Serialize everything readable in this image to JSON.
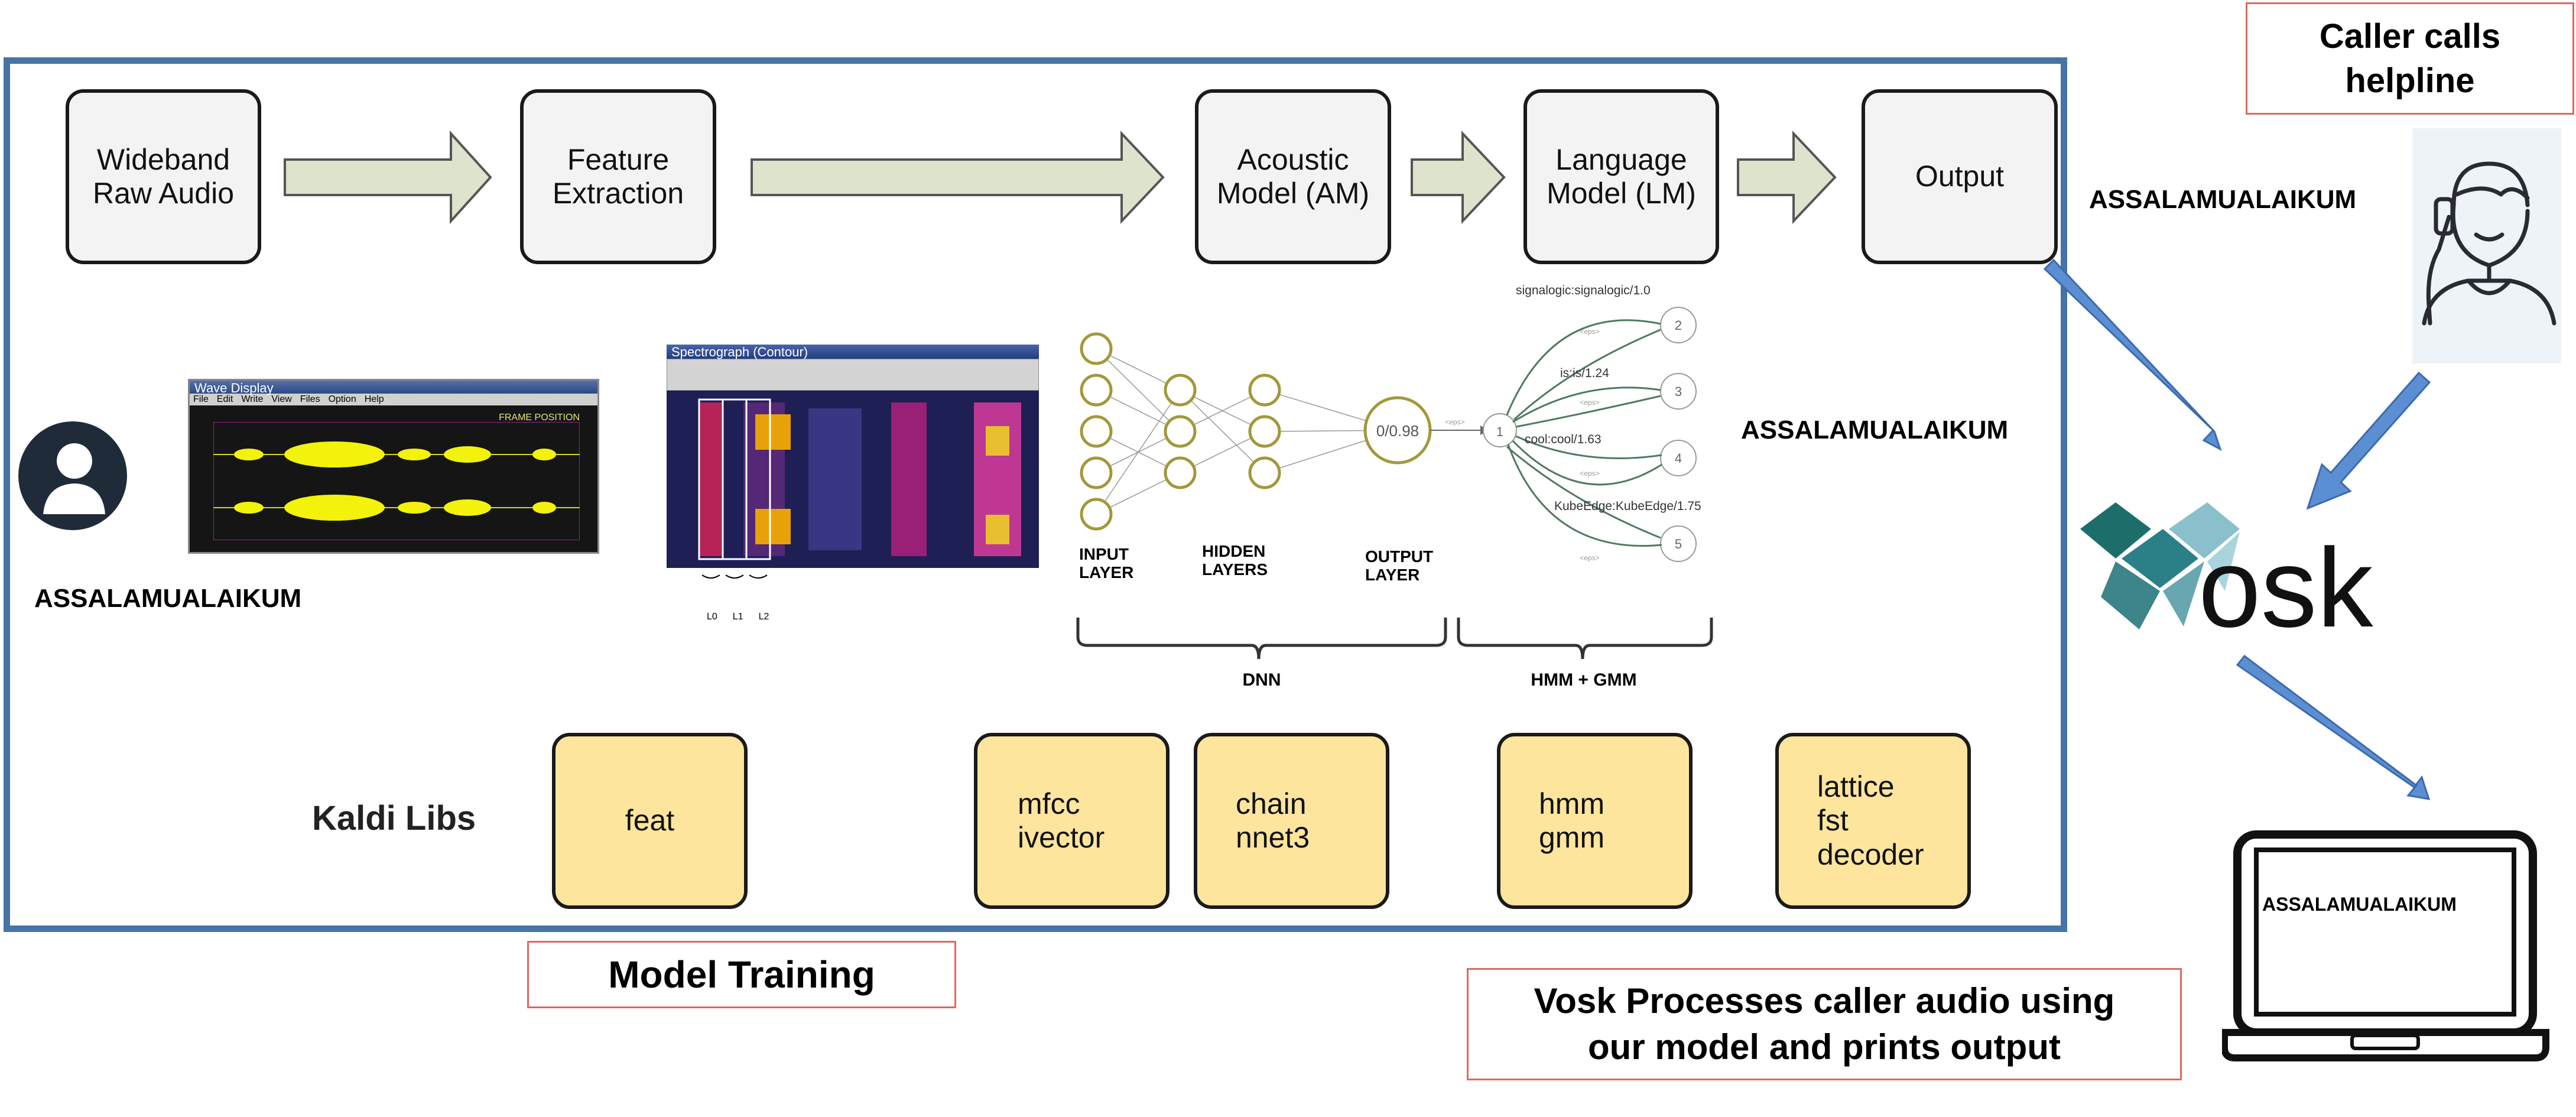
{
  "pipeline": {
    "stages": [
      "Wideband\nRaw Audio",
      "Feature\nExtraction",
      "Acoustic\nModel (AM)",
      "Language\nModel (LM)",
      "Output"
    ]
  },
  "kaldi": {
    "title": "Kaldi Libs",
    "libs": [
      "feat",
      "mfcc\nivector",
      "chain\nnnet3",
      "hmm\ngmm",
      "lattice\nfst\ndecoder"
    ]
  },
  "captions": {
    "model_training": "Model Training",
    "caller_calls": "Caller calls\nhelpline",
    "vosk_processes": "Vosk Processes caller audio using\nour model and prints output"
  },
  "utterance": "ASSALAMUALAIKUM",
  "dnn": {
    "input_layer": "INPUT\nLAYER",
    "hidden_layers": "HIDDEN\nLAYERS",
    "output_layer": "OUTPUT\nLAYER",
    "output_node": "0/0.98",
    "brace_dnn": "DNN",
    "brace_hmm": "HMM + GMM"
  },
  "fst": {
    "arcs": [
      "signalogic:signalogic/1.0",
      "is:is/1.24",
      "cool:cool/1.63",
      "KubeEdge:KubeEdge/1.75"
    ],
    "eps": "<eps>",
    "states": [
      "1",
      "2",
      "3",
      "4",
      "5"
    ]
  },
  "spectrogram": {
    "window_title": "Spectrograph (Contour)",
    "time_labels": [
      "L0",
      "L1",
      "L2"
    ]
  },
  "waveform": {
    "window_title": "Wave Display",
    "frame_label": "FRAME POSITION",
    "menu": [
      "File",
      "Edit",
      "Write",
      "View",
      "Files",
      "Option",
      "Help"
    ]
  },
  "logo": {
    "text": "osk"
  },
  "laptop": {
    "screen_text": "ASSALAMUALAIKUM"
  },
  "colors": {
    "frame": "#4674a5",
    "arrow_blue": "#5b8fd1",
    "stage_fill": "#f3f3f3",
    "lib_fill": "#fde59e",
    "red_border": "#e0675f",
    "pipeline_arrow": "#dde3cc"
  }
}
